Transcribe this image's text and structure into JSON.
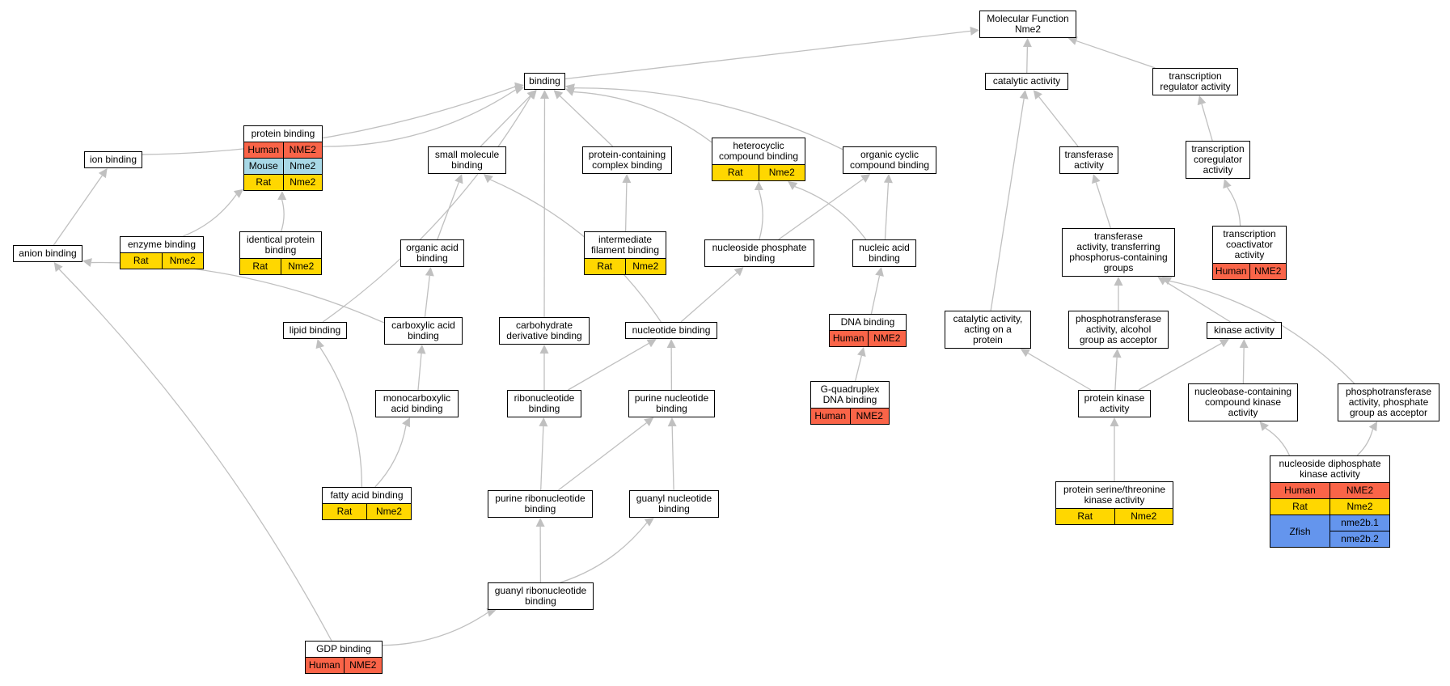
{
  "colors": {
    "Human": "#fa6448",
    "Mouse": "#a8d8e6",
    "Rat": "#ffd700",
    "Zfish": "#6495ed",
    "edge": "#c0c0c0"
  },
  "nodes": [
    {
      "id": "mf",
      "label": "Molecular Function\nNme2"
    },
    {
      "id": "binding",
      "label": "binding"
    },
    {
      "id": "catalytic",
      "label": "catalytic activity"
    },
    {
      "id": "tra",
      "label": "transcription\nregulator activity"
    },
    {
      "id": "protein_binding",
      "label": "protein binding",
      "rows": [
        {
          "species": "Human",
          "gene": "NME2"
        },
        {
          "species": "Mouse",
          "gene": "Nme2"
        },
        {
          "species": "Rat",
          "gene": "Nme2"
        }
      ]
    },
    {
      "id": "ion_binding",
      "label": "ion binding"
    },
    {
      "id": "small_mol",
      "label": "small molecule\nbinding"
    },
    {
      "id": "protein_complex",
      "label": "protein-containing\ncomplex binding"
    },
    {
      "id": "heterocyclic",
      "label": "heterocyclic\ncompound binding",
      "rows": [
        {
          "species": "Rat",
          "gene": "Nme2"
        }
      ]
    },
    {
      "id": "organic_cyclic",
      "label": "organic cyclic\ncompound binding"
    },
    {
      "id": "transferase",
      "label": "transferase\nactivity"
    },
    {
      "id": "tca",
      "label": "transcription\ncoregulator\nactivity"
    },
    {
      "id": "anion_binding",
      "label": "anion binding"
    },
    {
      "id": "enzyme_binding",
      "label": "enzyme binding",
      "rows": [
        {
          "species": "Rat",
          "gene": "Nme2"
        }
      ]
    },
    {
      "id": "identical_protein",
      "label": "identical protein\nbinding",
      "rows": [
        {
          "species": "Rat",
          "gene": "Nme2"
        }
      ]
    },
    {
      "id": "organic_acid",
      "label": "organic acid\nbinding"
    },
    {
      "id": "intermediate_filament",
      "label": "intermediate\nfilament binding",
      "rows": [
        {
          "species": "Rat",
          "gene": "Nme2"
        }
      ]
    },
    {
      "id": "nucleoside_phosphate",
      "label": "nucleoside phosphate\nbinding"
    },
    {
      "id": "nucleic_acid",
      "label": "nucleic acid\nbinding"
    },
    {
      "id": "transferase_phos",
      "label": "transferase\nactivity, transferring\nphosphorus-containing\ngroups"
    },
    {
      "id": "coactivator",
      "label": "transcription\ncoactivator\nactivity",
      "rows": [
        {
          "species": "Human",
          "gene": "NME2"
        }
      ]
    },
    {
      "id": "lipid_binding",
      "label": "lipid binding"
    },
    {
      "id": "carboxylic_acid",
      "label": "carboxylic acid\nbinding"
    },
    {
      "id": "carbohydrate_deriv",
      "label": "carbohydrate\nderivative binding"
    },
    {
      "id": "nucleotide_binding",
      "label": "nucleotide binding"
    },
    {
      "id": "dna_binding",
      "label": "DNA binding",
      "rows": [
        {
          "species": "Human",
          "gene": "NME2"
        }
      ]
    },
    {
      "id": "catalytic_protein",
      "label": "catalytic activity,\nacting on a\nprotein"
    },
    {
      "id": "phosphotransferase_alcohol",
      "label": "phosphotransferase\nactivity, alcohol\ngroup as acceptor"
    },
    {
      "id": "kinase",
      "label": "kinase activity"
    },
    {
      "id": "monocarboxylic",
      "label": "monocarboxylic\nacid binding"
    },
    {
      "id": "ribonucleotide",
      "label": "ribonucleotide\nbinding"
    },
    {
      "id": "purine_nucleotide",
      "label": "purine nucleotide\nbinding"
    },
    {
      "id": "g_quadruplex",
      "label": "G-quadruplex\nDNA binding",
      "rows": [
        {
          "species": "Human",
          "gene": "NME2"
        }
      ]
    },
    {
      "id": "protein_kinase",
      "label": "protein kinase\nactivity"
    },
    {
      "id": "nucleobase_kinase",
      "label": "nucleobase-containing\ncompound kinase\nactivity"
    },
    {
      "id": "phosphotransferase_phosphate",
      "label": "phosphotransferase\nactivity, phosphate\ngroup as acceptor"
    },
    {
      "id": "ndk",
      "label": "nucleoside diphosphate\nkinase activity",
      "rows": [
        {
          "species": "Human",
          "gene": "NME2"
        },
        {
          "species": "Rat",
          "gene": "Nme2"
        }
      ],
      "group": {
        "species": "Zfish",
        "genes": [
          "nme2b.1",
          "nme2b.2"
        ]
      }
    },
    {
      "id": "fatty_acid",
      "label": "fatty acid binding",
      "rows": [
        {
          "species": "Rat",
          "gene": "Nme2"
        }
      ]
    },
    {
      "id": "purine_ribo",
      "label": "purine ribonucleotide\nbinding"
    },
    {
      "id": "guanyl_nucleotide",
      "label": "guanyl nucleotide\nbinding"
    },
    {
      "id": "ser_thr_kinase",
      "label": "protein serine/threonine\nkinase activity",
      "rows": [
        {
          "species": "Rat",
          "gene": "Nme2"
        }
      ]
    },
    {
      "id": "guanyl_ribo",
      "label": "guanyl ribonucleotide\nbinding"
    },
    {
      "id": "gdp_binding",
      "label": "GDP binding",
      "rows": [
        {
          "species": "Human",
          "gene": "NME2"
        }
      ]
    }
  ],
  "edges": [
    [
      "binding",
      "mf"
    ],
    [
      "catalytic",
      "mf"
    ],
    [
      "tra",
      "mf"
    ],
    [
      "ion_binding",
      "binding"
    ],
    [
      "protein_binding",
      "binding"
    ],
    [
      "small_mol",
      "binding"
    ],
    [
      "protein_complex",
      "binding"
    ],
    [
      "heterocyclic",
      "binding"
    ],
    [
      "organic_cyclic",
      "binding"
    ],
    [
      "lipid_binding",
      "binding"
    ],
    [
      "carbohydrate_deriv",
      "binding"
    ],
    [
      "transferase",
      "catalytic"
    ],
    [
      "catalytic_protein",
      "catalytic"
    ],
    [
      "tca",
      "tra"
    ],
    [
      "coactivator",
      "tca"
    ],
    [
      "anion_binding",
      "ion_binding"
    ],
    [
      "enzyme_binding",
      "protein_binding"
    ],
    [
      "identical_protein",
      "protein_binding"
    ],
    [
      "organic_acid",
      "small_mol"
    ],
    [
      "nucleotide_binding",
      "small_mol"
    ],
    [
      "intermediate_filament",
      "protein_complex"
    ],
    [
      "nucleoside_phosphate",
      "heterocyclic"
    ],
    [
      "nucleic_acid",
      "heterocyclic"
    ],
    [
      "nucleoside_phosphate",
      "organic_cyclic"
    ],
    [
      "nucleic_acid",
      "organic_cyclic"
    ],
    [
      "transferase_phos",
      "transferase"
    ],
    [
      "carboxylic_acid",
      "organic_acid"
    ],
    [
      "carboxylic_acid",
      "anion_binding"
    ],
    [
      "nucleotide_binding",
      "nucleoside_phosphate"
    ],
    [
      "dna_binding",
      "nucleic_acid"
    ],
    [
      "g_quadruplex",
      "dna_binding"
    ],
    [
      "phosphotransferase_alcohol",
      "transferase_phos"
    ],
    [
      "kinase",
      "transferase_phos"
    ],
    [
      "phosphotransferase_phosphate",
      "transferase_phos"
    ],
    [
      "monocarboxylic",
      "carboxylic_acid"
    ],
    [
      "ribonucleotide",
      "carbohydrate_deriv"
    ],
    [
      "ribonucleotide",
      "nucleotide_binding"
    ],
    [
      "purine_nucleotide",
      "nucleotide_binding"
    ],
    [
      "protein_kinase",
      "catalytic_protein"
    ],
    [
      "protein_kinase",
      "phosphotransferase_alcohol"
    ],
    [
      "protein_kinase",
      "kinase"
    ],
    [
      "nucleobase_kinase",
      "kinase"
    ],
    [
      "ser_thr_kinase",
      "protein_kinase"
    ],
    [
      "ndk",
      "nucleobase_kinase"
    ],
    [
      "ndk",
      "phosphotransferase_phosphate"
    ],
    [
      "fatty_acid",
      "lipid_binding"
    ],
    [
      "fatty_acid",
      "monocarboxylic"
    ],
    [
      "purine_ribo",
      "ribonucleotide"
    ],
    [
      "purine_ribo",
      "purine_nucleotide"
    ],
    [
      "guanyl_nucleotide",
      "purine_nucleotide"
    ],
    [
      "guanyl_ribo",
      "purine_ribo"
    ],
    [
      "guanyl_ribo",
      "guanyl_nucleotide"
    ],
    [
      "gdp_binding",
      "guanyl_ribo"
    ],
    [
      "gdp_binding",
      "anion_binding"
    ]
  ]
}
